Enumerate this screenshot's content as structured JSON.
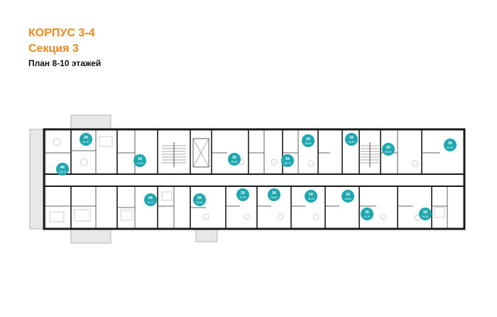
{
  "header": {
    "building": "КОРПУС 3-4",
    "section": "Секция 3",
    "plan": "План 8-10 этажей"
  },
  "colors": {
    "accent": "#e88a1e",
    "badge": "#1fa7b0",
    "wall": "#1a1a1a",
    "balcony": "#e6e6e6"
  },
  "apartments": [
    {
      "id": "a1",
      "rooms": "2К",
      "area": "64,50"
    },
    {
      "id": "a2",
      "rooms": "1К",
      "area": "37,30"
    },
    {
      "id": "a3",
      "rooms": "1К",
      "area": "39,60"
    },
    {
      "id": "a4",
      "rooms": "1К",
      "area": "36,70"
    },
    {
      "id": "a5",
      "rooms": "1К",
      "area": "36,80"
    },
    {
      "id": "a6",
      "rooms": "1К",
      "area": "38,80"
    },
    {
      "id": "a7",
      "rooms": "2К",
      "area": "56,70"
    },
    {
      "id": "a8",
      "rooms": "2К",
      "area": "62,00"
    },
    {
      "id": "a9",
      "rooms": "4К",
      "area": "126,40"
    },
    {
      "id": "a10",
      "rooms": "2К",
      "area": "53,70"
    },
    {
      "id": "a11",
      "rooms": "2К",
      "area": "55,80"
    },
    {
      "id": "a12",
      "rooms": "1К",
      "area": "37,90"
    },
    {
      "id": "a13",
      "rooms": "1К",
      "area": "38,90"
    },
    {
      "id": "a14",
      "rooms": "1К",
      "area": "38,40"
    },
    {
      "id": "a15",
      "rooms": "1К",
      "area": "38,60"
    },
    {
      "id": "a16",
      "rooms": "1К",
      "area": "37,20"
    },
    {
      "id": "a17",
      "rooms": "1К",
      "area": "38,30"
    }
  ]
}
